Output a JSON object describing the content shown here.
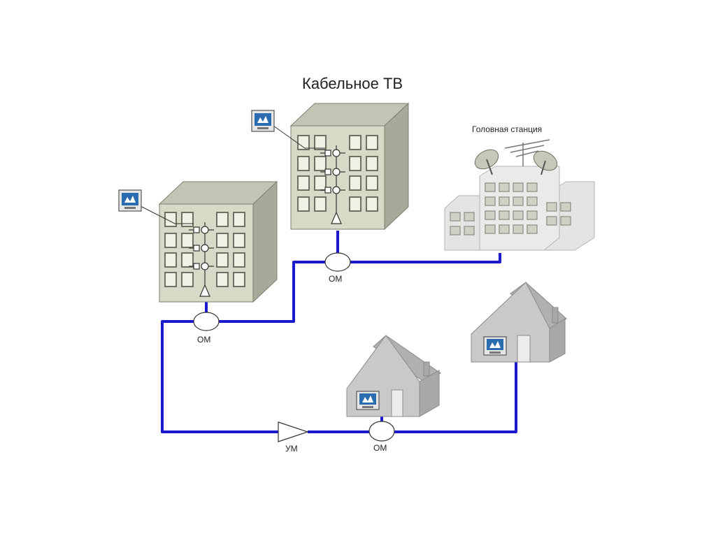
{
  "title": "Кабельное ТВ",
  "headend_label": "Головная станция",
  "node_labels": {
    "om_a": "ОМ",
    "om_b": "ОМ",
    "om_c": "ОМ",
    "amp": "УМ"
  },
  "colors": {
    "cable": "#1a1acc",
    "building_front": "#d9d9c8",
    "building_side": "#a9a99a",
    "building_top": "#c4c4b4",
    "window": "#f0f0e4",
    "house_front": "#c9c9c9",
    "house_side": "#a8a8a8",
    "house_roof": "#9a9a9a",
    "headend": "#e4e4e4",
    "tv_screen": "#2b6cb0"
  },
  "icons": {
    "tv": "tv-icon",
    "satellite_dish": "satellite-dish-icon",
    "antenna": "antenna-icon",
    "amplifier": "amplifier-triangle-icon",
    "optical_node": "optical-node-icon"
  }
}
